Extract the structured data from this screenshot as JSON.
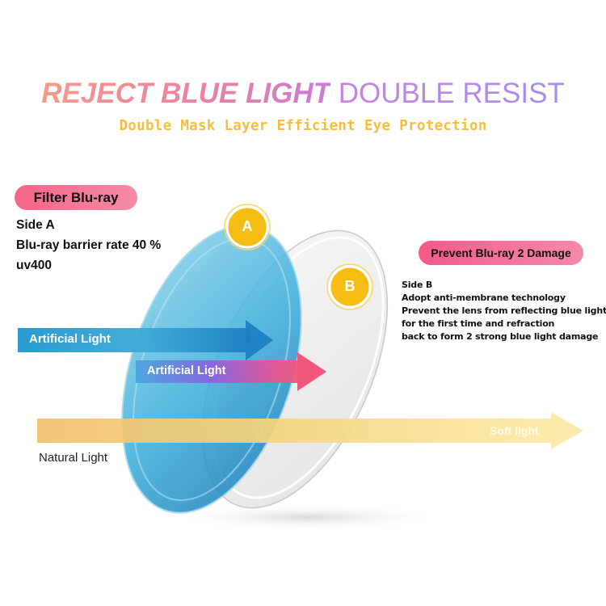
{
  "headline": {
    "bold_text": "REJECT BLUE LIGHT",
    "light_text": "DOUBLE RESIST"
  },
  "subheadline": "Double Mask Layer Efficient Eye Protection",
  "side_a": {
    "pill_label": "Filter Blu-ray",
    "badge": "A",
    "lines": [
      "Side A",
      "Blu-ray barrier rate 40 %",
      "uv400"
    ]
  },
  "side_b": {
    "pill_label": "Prevent Blu-ray 2 Damage",
    "badge": "B",
    "lines": [
      "Side B",
      "Adopt anti-membrane technology",
      "Prevent the lens from reflecting blue light",
      "for the first time and refraction",
      "back to form 2 strong blue light damage"
    ]
  },
  "arrows": {
    "artificial_light_1": "Artificial Light",
    "artificial_light_2": "Artificial Light",
    "soft_light": "Soft light",
    "natural_light": "Natural Light"
  },
  "colors": {
    "pink_pill": "#f46688",
    "badge_yellow": "#f5bd12",
    "blue_lens": "#1e9ad0",
    "subhead_gold": "#f7be3e",
    "natural_arrow": "#f4c66c"
  }
}
